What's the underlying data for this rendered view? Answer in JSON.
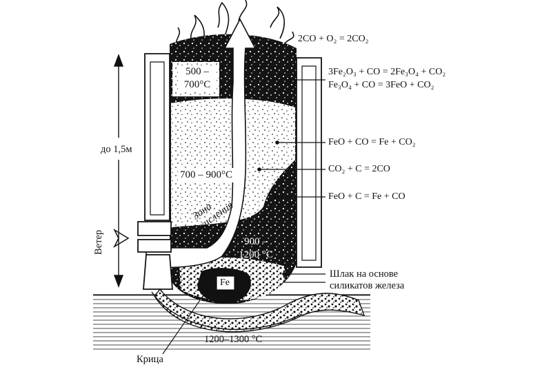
{
  "equations": {
    "top": "2CO + O₂ = 2CO₂",
    "reduction_1": "3Fe₂O₃ + CO = 2Fe₃O₄ + CO₂",
    "reduction_2": "Fe₃O₄ + CO = 3FeO + CO₂",
    "reduction_3": "FeO + CO = Fe + CO₂",
    "boudouard": "CO₂ + C = 2CO",
    "direct": "FeO + C = Fe + CO"
  },
  "zones": {
    "top_temp_line1": "500 –",
    "top_temp_line2": "700°C",
    "middle_temp": "700  – 900°C",
    "bottom_temp_line1": "900 –",
    "bottom_temp_line2": "1200 °C",
    "hearth_temp": "1200–1300 °C",
    "oxidation_line1": "Зона",
    "oxidation_line2": "окисления"
  },
  "labels": {
    "height": "до 1,5м",
    "wind": "Ветер",
    "fe": "Fe",
    "slag_line1": "Шлак на основе",
    "slag_line2": "силикатов железа",
    "bloom": "Крица"
  }
}
